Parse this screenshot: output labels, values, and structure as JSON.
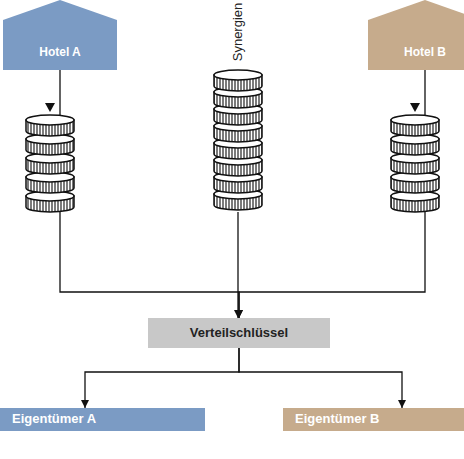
{
  "diagram": {
    "nodes": [
      {
        "text": [
          "Hotel A"
        ]
      },
      {
        "text": [
          "Synergien"
        ]
      },
      {
        "text": [
          "Hotel B"
        ]
      },
      {
        "text": [
          "Verteilschlüssel"
        ]
      },
      {
        "text": [
          "Eigentümer A"
        ]
      },
      {
        "text": [
          "Eigentümer B"
        ]
      }
    ],
    "edges": [
      {
        "from": 0,
        "to": 3,
        "arrow": "to"
      },
      {
        "from": 1,
        "to": 3,
        "arrow": "to"
      },
      {
        "from": 2,
        "to": 3,
        "arrow": "to"
      },
      {
        "from": 3,
        "to": 4,
        "arrow": "to"
      },
      {
        "from": 3,
        "to": 5,
        "arrow": "to"
      }
    ]
  }
}
